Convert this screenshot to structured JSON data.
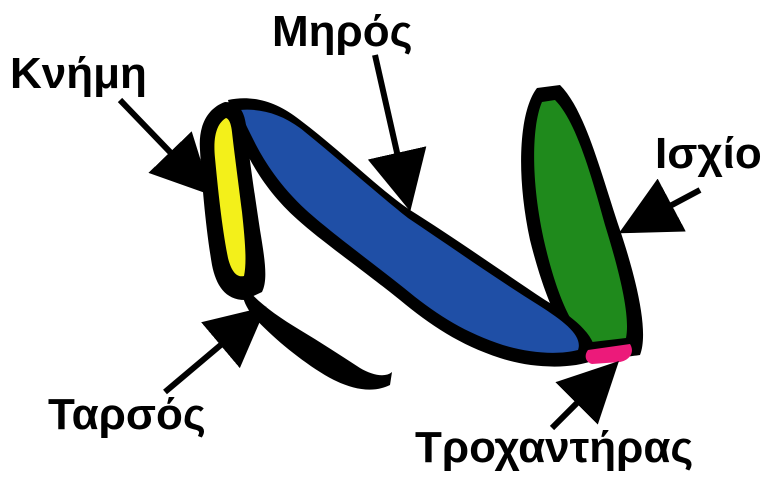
{
  "labels": {
    "femur": "Μηρός",
    "tibia": "Κνήμη",
    "coxa": "Ισχίο",
    "tarsus": "Ταρσός",
    "trochanter": "Τροχαντήρας"
  },
  "colors": {
    "femur": "#1f4fa6",
    "tibia": "#f3f01a",
    "coxa": "#1f8a1c",
    "trochanter": "#ec1a7a",
    "outline": "#000000"
  }
}
